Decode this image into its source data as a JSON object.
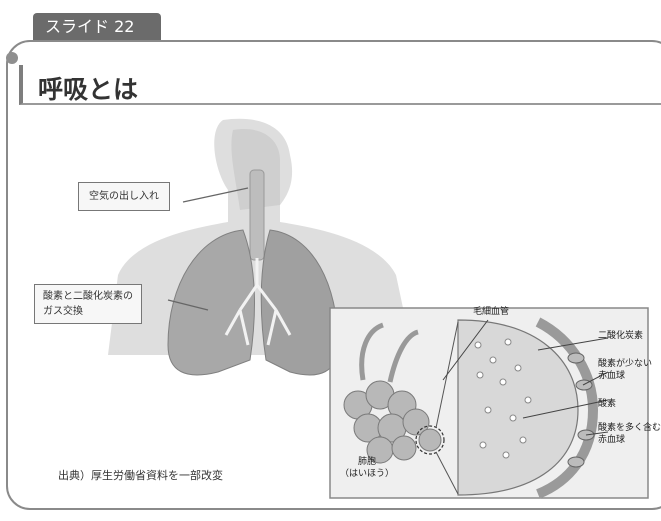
{
  "slide": {
    "tab_label": "スライド 22",
    "title": "呼吸とは",
    "source": "出典）厚生労働省資料を一部改変"
  },
  "callouts": {
    "air": "空気の出し入れ",
    "gas_exchange_line1": "酸素と二酸化炭素の",
    "gas_exchange_line2": "ガス交換"
  },
  "inset_labels": {
    "capillary": "毛細血管",
    "co2": "二酸化炭素",
    "low_o2_line1": "酸素が少ない",
    "low_o2_line2": "赤血球",
    "oxygen": "酸素",
    "high_o2_line1": "酸素を多く含む",
    "high_o2_line2": "赤血球",
    "alveolus_line1": "肺胞",
    "alveolus_line2": "（はいほう）"
  },
  "colors": {
    "tab": "#6b6b6b",
    "frame": "#8a8a8a",
    "silhouette": "#dcdcdc",
    "lung": "#9c9c9c"
  }
}
